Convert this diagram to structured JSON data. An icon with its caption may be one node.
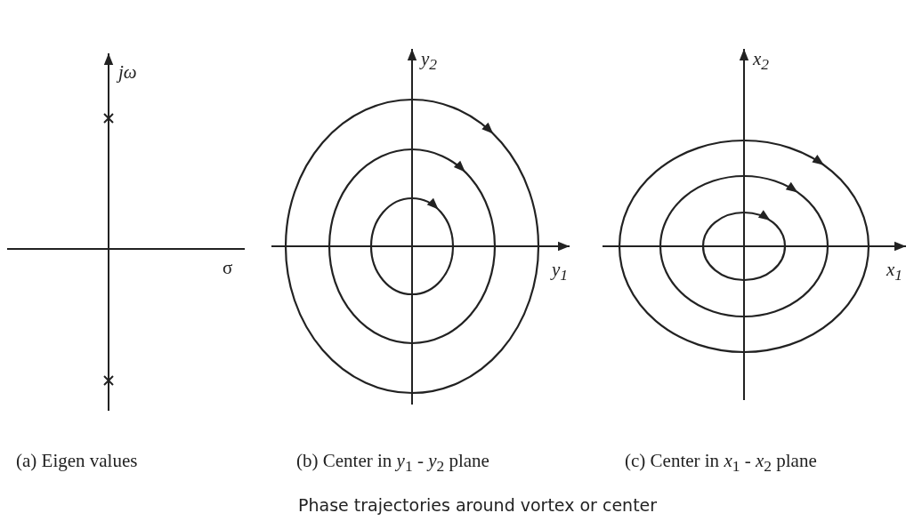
{
  "diagram": {
    "caption": "Phase trajectories around vortex or center",
    "labels": [
      "jω",
      "*y*$_{2}$",
      "*x*$_{2}$",
      "σ",
      "*y*$_{1}$",
      "*x*$_{1}$",
      "(a) Eigen values",
      "(b) Center in *y*$_{1}$ - *y*$_{2}$ plane",
      "(c) Center in *x*$_{1}$ - *x*$_{2}$ plane"
    ]
  }
}
